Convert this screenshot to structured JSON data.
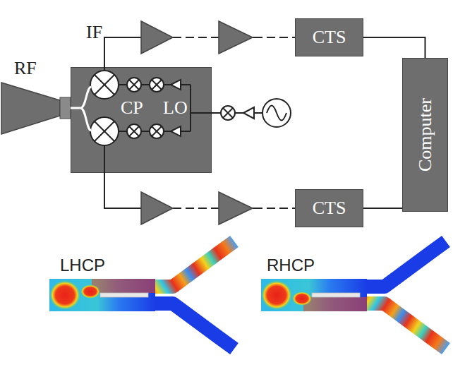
{
  "diagram": {
    "nodes": [
      {
        "text": [
          "LO",
          "CP"
        ]
      },
      {
        "text": [
          "CTS"
        ]
      },
      {
        "text": [
          "CTS"
        ]
      },
      {
        "text": [
          "Computer"
        ]
      }
    ],
    "edges": [
      {
        "from": 0,
        "to": 1,
        "arrow": "none"
      },
      {
        "from": 0,
        "to": 2,
        "arrow": "none"
      },
      {
        "from": 1,
        "to": 3,
        "arrow": "none"
      },
      {
        "from": 2,
        "to": 3,
        "arrow": "none"
      }
    ],
    "labels": [
      "IF",
      "RF",
      "LHCP",
      "RHCP"
    ]
  }
}
